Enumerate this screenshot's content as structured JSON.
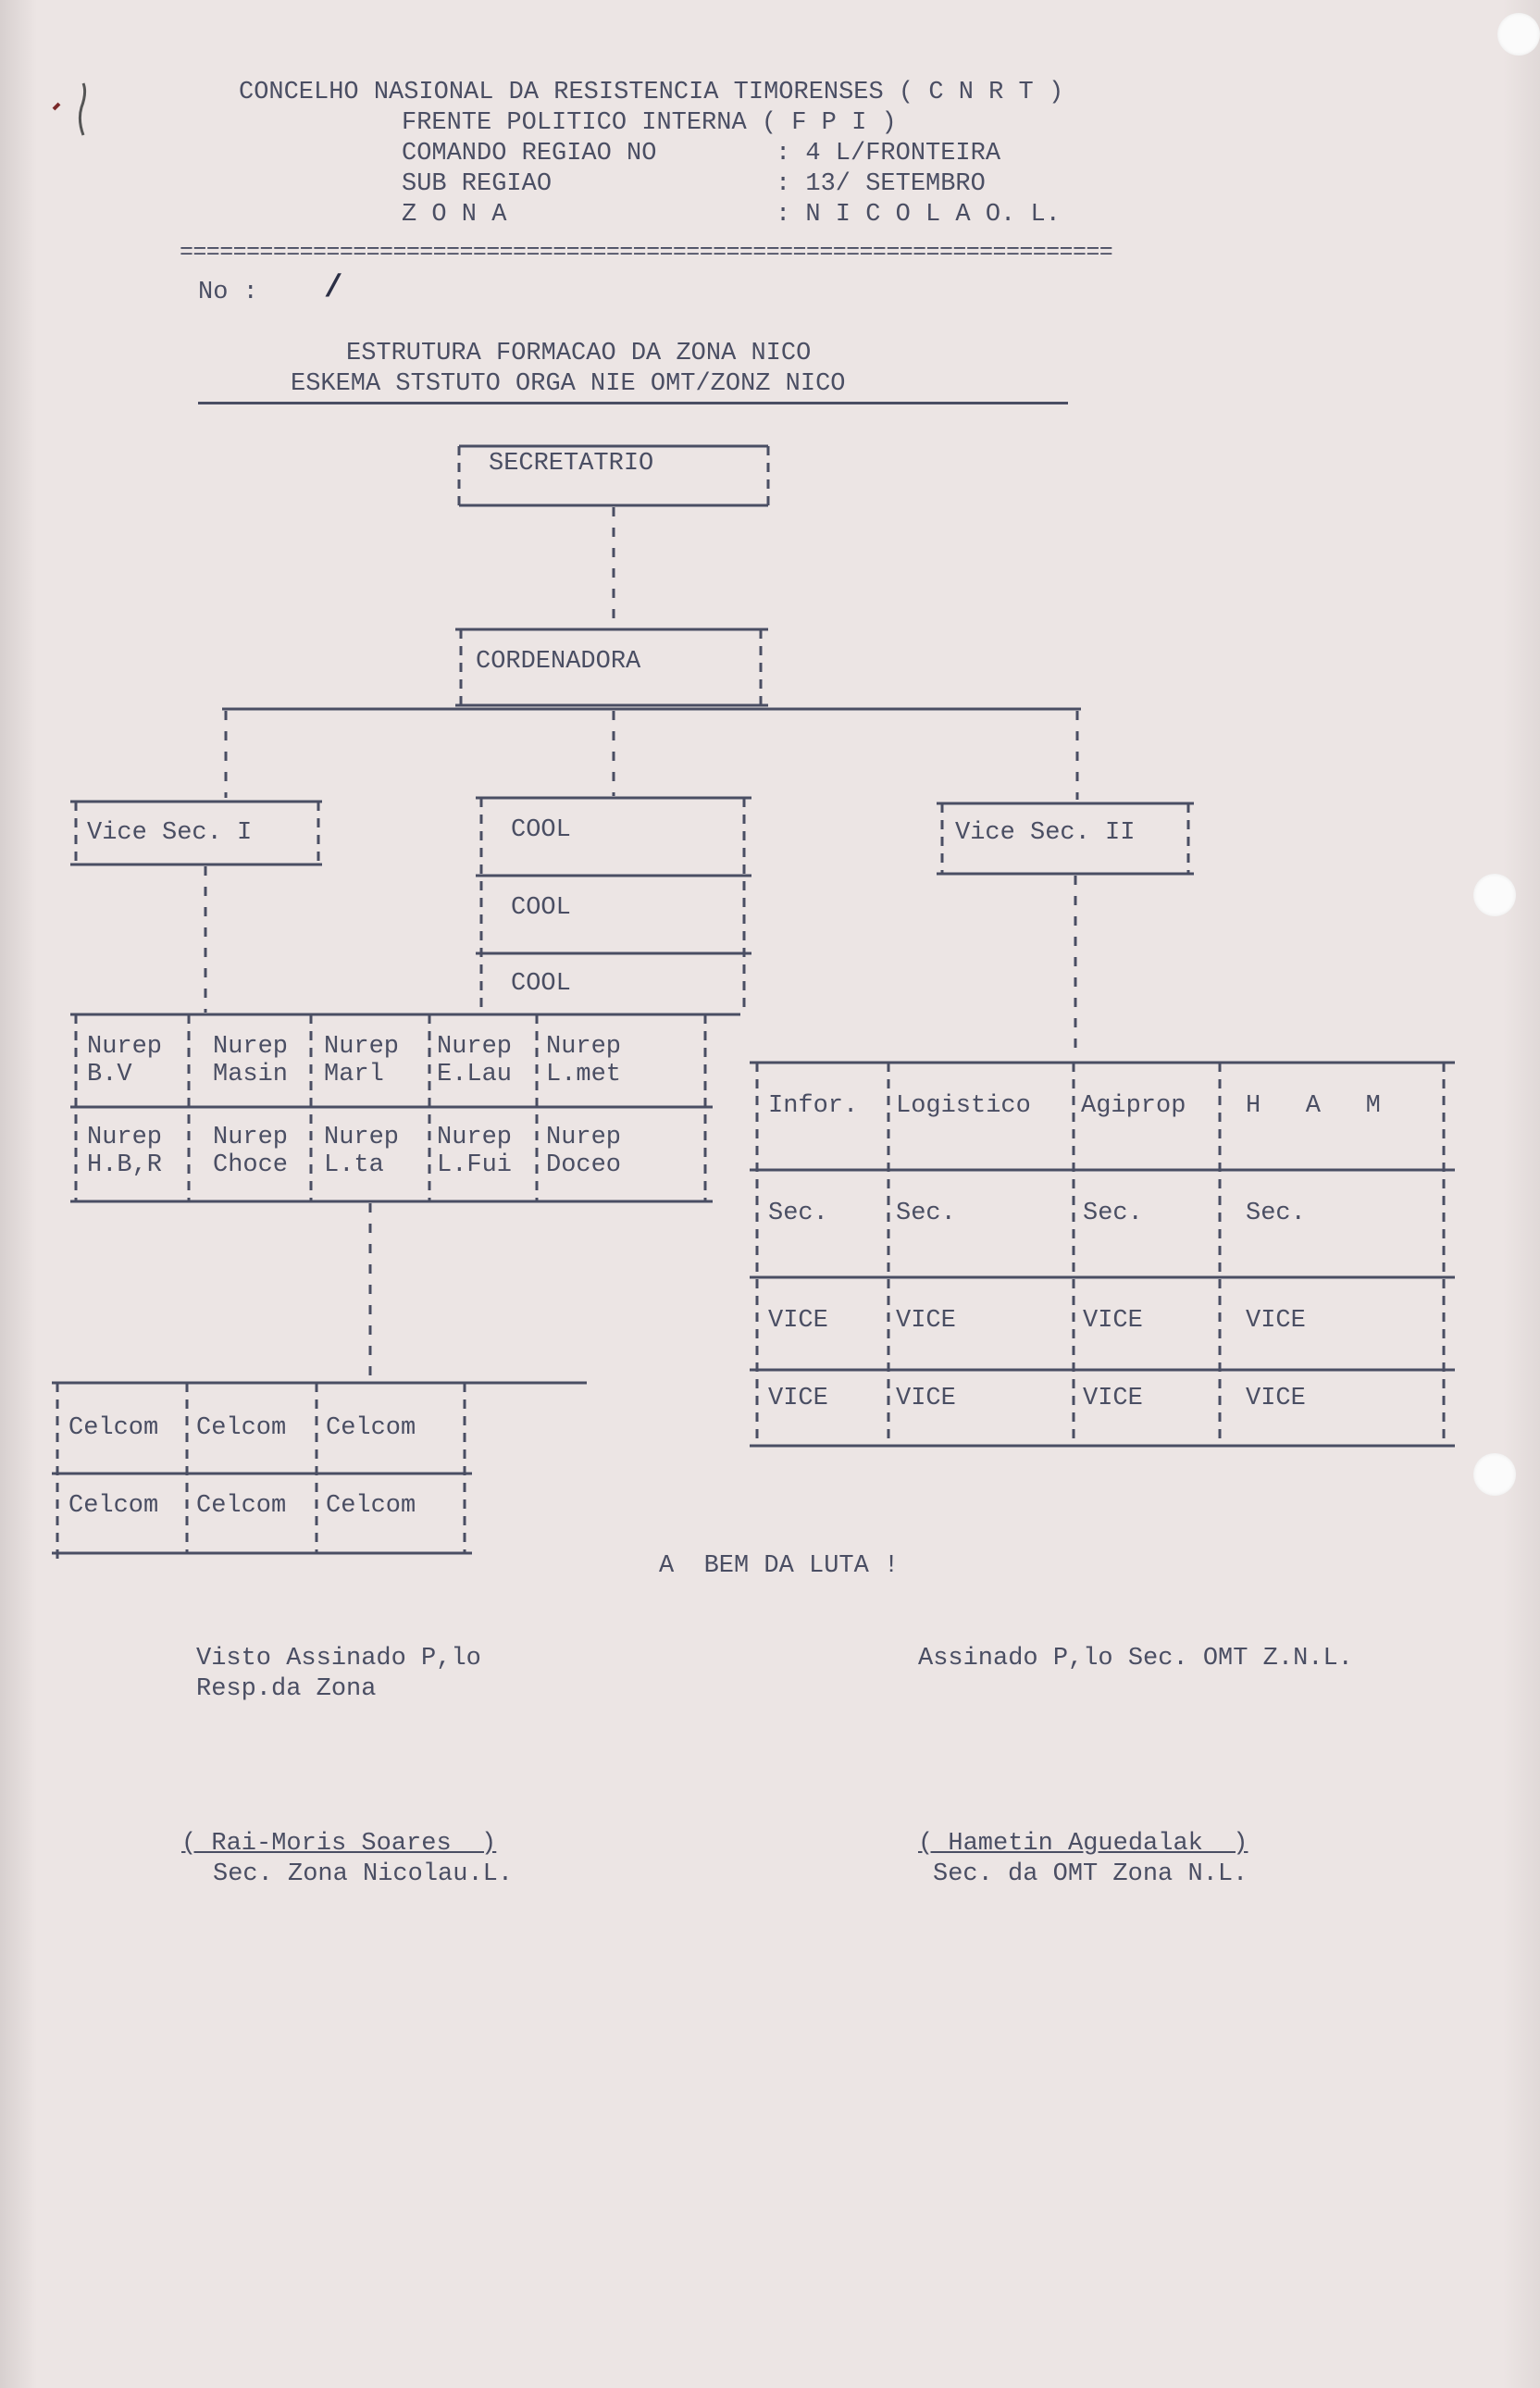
{
  "header": {
    "org": "CONCELHO NASIONAL DA RESISTENCIA TIMORENSES ( C N R T )",
    "front": "FRENTE POLITICO INTERNA ( F P I )",
    "rows": [
      {
        "label": "COMANDO REGIAO NO",
        "value": ": 4 L/FRONTEIRA"
      },
      {
        "label": "SUB REGIAO",
        "value": ": 13/ SETEMBRO"
      },
      {
        "label": "Z O N A",
        "value": ": N I C O L A O. L."
      }
    ],
    "separator": "======================================================================",
    "number_label": "No :",
    "number_value": "/"
  },
  "title": {
    "line1": "ESTRUTURA FORMACAO DA ZONA NICO",
    "line2": "ESKEMA STSTUTO ORGA NIE OMT/ZONZ NICO"
  },
  "chart": {
    "secretary": "SECRETATRIO",
    "coordinator": "CORDENADORA",
    "vice1": "Vice Sec. I",
    "vice2": "Vice Sec. II",
    "cool": [
      "COOL",
      "COOL",
      "COOL"
    ],
    "nurep_row1": [
      {
        "l1": "Nurep",
        "l2": "B.V"
      },
      {
        "l1": "Nurep",
        "l2": "Masin"
      },
      {
        "l1": "Nurep",
        "l2": "Marl"
      },
      {
        "l1": "Nurep",
        "l2": "E.Lau"
      },
      {
        "l1": "Nurep",
        "l2": "L.met"
      }
    ],
    "nurep_row2": [
      {
        "l1": "Nurep",
        "l2": "H.B,R"
      },
      {
        "l1": "Nurep",
        "l2": "Choce"
      },
      {
        "l1": "Nurep",
        "l2": "L.ta"
      },
      {
        "l1": "Nurep",
        "l2": "L.Fui"
      },
      {
        "l1": "Nurep",
        "l2": "Doceo"
      }
    ],
    "celcom_row1": [
      "Celcom",
      "Celcom",
      "Celcom"
    ],
    "celcom_row2": [
      "Celcom",
      "Celcom",
      "Celcom"
    ],
    "dept_headers": [
      "Infor.",
      "Logistico",
      "Agiprop",
      "H   A   M"
    ],
    "dept_row_sec": [
      "Sec.",
      "Sec.",
      "Sec.",
      "Sec."
    ],
    "dept_row_vice1": [
      "VICE",
      "VICE",
      "VICE",
      "VICE"
    ],
    "dept_row_vice2": [
      "VICE",
      "VICE",
      "VICE",
      "VICE"
    ]
  },
  "closing": "A  BEM DA LUTA !",
  "signatures": {
    "left_line1": "Visto Assinado P,lo",
    "left_line2": "Resp.da Zona",
    "right_line1": "Assinado P,lo Sec. OMT Z.N.L.",
    "left_name": "( Rai-Moris Soares  )",
    "left_role": "Sec. Zona Nicolau.L.",
    "right_name": "( Hametin Aguedalak  )",
    "right_role": "Sec. da OMT Zona N.L."
  }
}
